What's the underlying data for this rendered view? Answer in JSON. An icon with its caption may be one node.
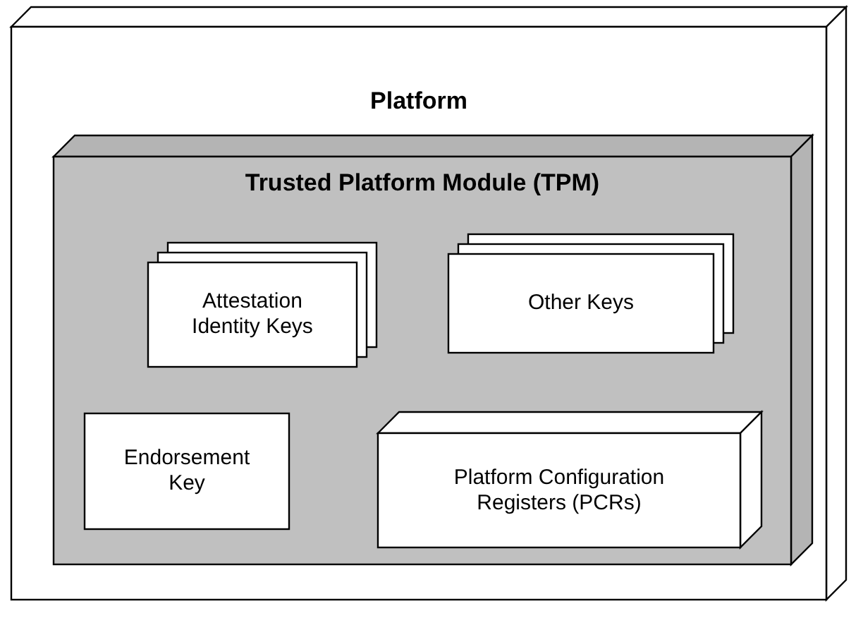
{
  "diagram": {
    "nodes": [
      {
        "text": [
          "Platform"
        ]
      },
      {
        "text": [
          "Trusted Platform Module (TPM)"
        ],
        "in": 0
      },
      {
        "text": [
          "Attestation Identity Keys"
        ],
        "in": 1
      },
      {
        "text": [
          "Other Keys"
        ],
        "in": 1
      },
      {
        "text": [
          "Endorsement Key"
        ],
        "in": 1
      },
      {
        "text": [
          "Platform Configuration Registers (PCRs)"
        ],
        "in": 1
      }
    ]
  }
}
